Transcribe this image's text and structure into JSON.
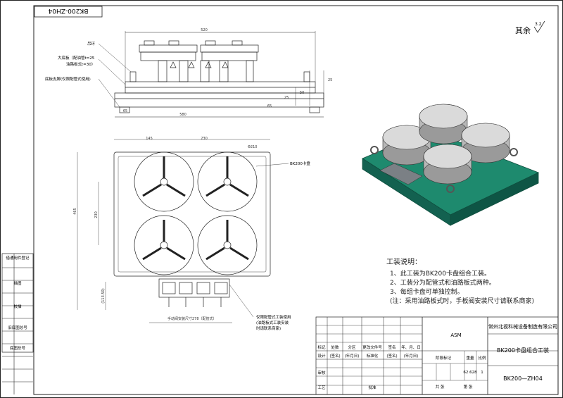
{
  "drawing_no_stamp": "BK200-ZH04",
  "roughness": {
    "prefix": "其余",
    "value": "3.2"
  },
  "front_view": {
    "callouts": {
      "hanging_ring": "吊环",
      "big_bottom_plate": "大底板（配油管t=25",
      "oil_plate": "油路板式t=30）",
      "bottom_support": "底板支脚(仅限配管式使用)"
    },
    "dims": {
      "top": "520",
      "bottom": "580",
      "left": "65",
      "right_a": "65",
      "right_b": "25",
      "right_c": "50",
      "height": "25"
    }
  },
  "plan_view": {
    "dims": {
      "h1": "145",
      "h2": "230",
      "diameter": "Φ210",
      "v_total": "465",
      "v_pitch": "230",
      "v_small": "(113.50)"
    },
    "callouts": {
      "chuck_label": "BK200卡盘",
      "valve_note": [
        "仅限配管式工装使用",
        "(油路板式工装安装",
        "时请联系商家)"
      ],
      "valve_dim": "手动阀安装尺寸278（配管式）"
    }
  },
  "process_notes": {
    "title": "工装说明：",
    "lines": [
      "1、此工装为BK200卡盘组合工装。",
      "2、工装分为配管式和油路板式两种。",
      "3、每组卡盘可单独控制。",
      "(注：采用油路板式时，手板阀安装尺寸请联系商家)"
    ]
  },
  "left_strip": {
    "labels": [
      "借通用件登记",
      "描图",
      "校描",
      "旧底图总号",
      "底图总号"
    ]
  },
  "title_block": {
    "material": "ASM",
    "company": "常州北视科械设备制造有限公司",
    "drawing_name": "BK200卡盘组合工装",
    "drawing_number": "BK200—ZH04",
    "stage_mark": "阶段标记",
    "weight_label": "重量",
    "scale_label": "比例",
    "weight_value": "62.628",
    "scale_value": "1",
    "sheets_total": "共    张",
    "sheet_no": "第    张",
    "rev_headers": [
      "标记",
      "处数",
      "分区",
      "更改文件号",
      "签名",
      "年、月、日"
    ],
    "rev_row": [
      "设计",
      "(签名)",
      "(年月日)",
      "标准化",
      "(签名)",
      "(年月日)"
    ],
    "audit": "审核",
    "craft": "工艺",
    "approve": "批准"
  }
}
